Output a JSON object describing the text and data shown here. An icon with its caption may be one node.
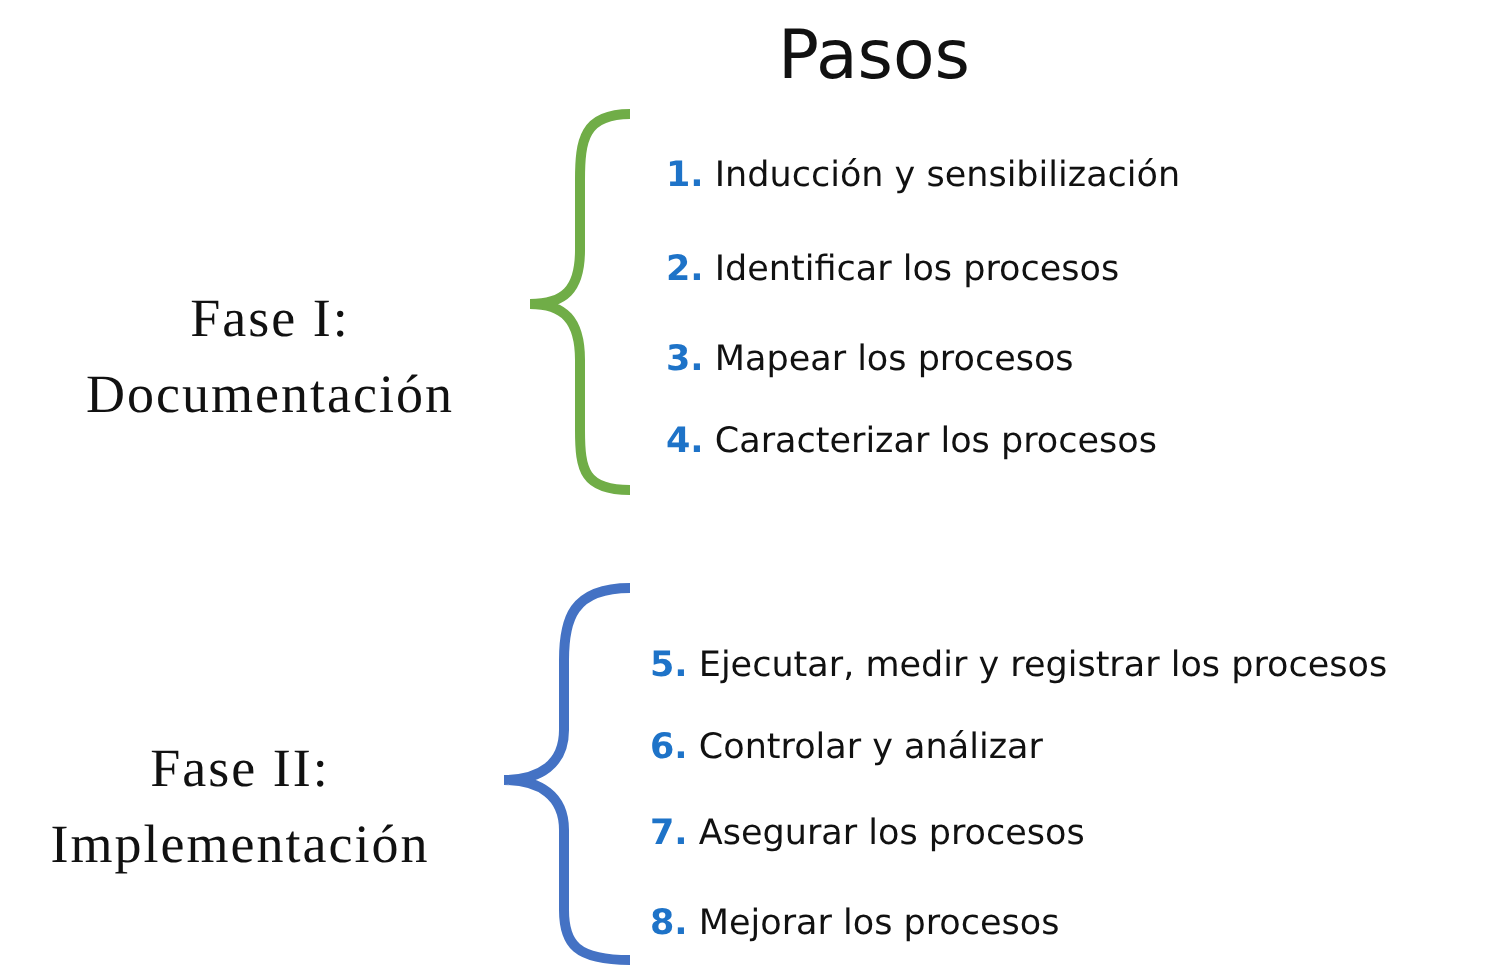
{
  "diagram": {
    "title": "Pasos",
    "labels": [
      "Fase I: Documentación",
      "1. Inducción y sensibilización",
      "2. Identificar los procesos",
      "3. Mapear los procesos",
      "4. Caracterizar los procesos",
      "Fase II: Implementación",
      "5. Ejecutar, medir y registrar los procesos",
      "6. Controlar y análizar",
      "7. Asegurar los procesos",
      "8. Mejorar los procesos"
    ]
  }
}
